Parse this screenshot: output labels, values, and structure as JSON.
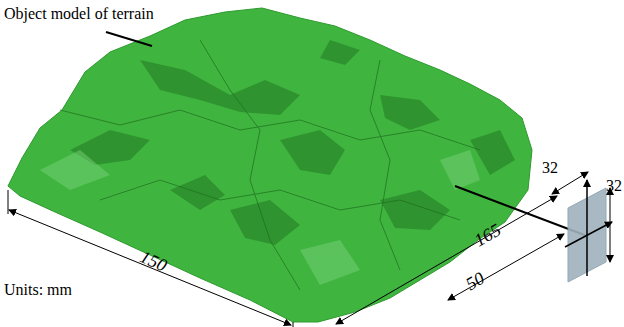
{
  "diagram": {
    "labels": [
      "Object model of terrain",
      "150",
      "165",
      "50",
      "32",
      "32",
      "Units: mm"
    ]
  }
}
